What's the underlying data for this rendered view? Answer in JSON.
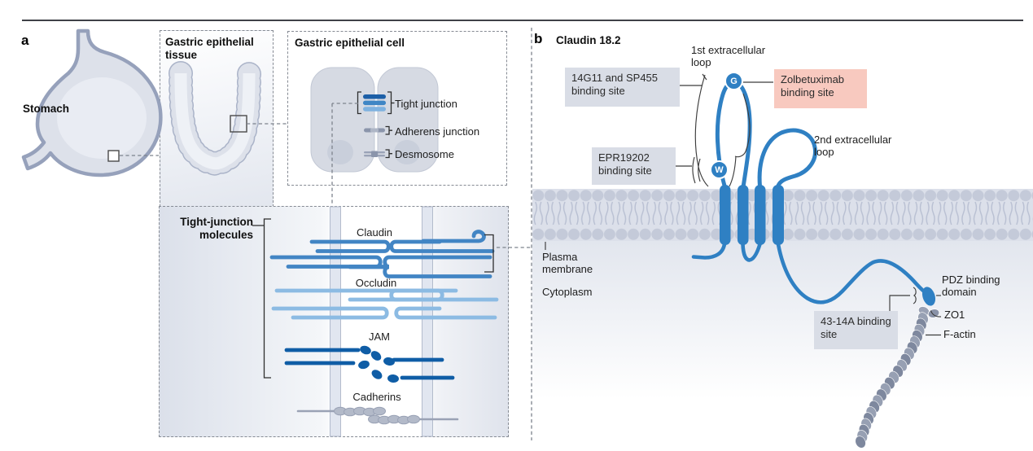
{
  "figure": {
    "panel_a": {
      "label": "a",
      "stomach_label": "Stomach",
      "tissue_box_title": "Gastric epithelial tissue",
      "cell_box_title": "Gastric epithelial cell",
      "junctions": {
        "tight": "Tight junction",
        "adherens": "Adherens junction",
        "desmosome": "Desmosome"
      },
      "molecules_box_title": "Tight-junction molecules",
      "molecules": {
        "claudin": "Claudin",
        "occludin": "Occludin",
        "jam": "JAM",
        "cadherins": "Cadherins"
      }
    },
    "panel_b": {
      "label": "b",
      "title": "Claudin 18.2",
      "loop1_label": "1st extracellular loop",
      "loop2_label": "2nd extracellular loop",
      "binding_sites": {
        "site_14g11": "14G11 and SP455 binding site",
        "zolbetuximab": "Zolbetuximab binding site",
        "epr19202": "EPR19202 binding site",
        "site_43_14a": "43-14A binding site"
      },
      "residues": {
        "g": "G",
        "w": "W"
      },
      "membrane_label": "Plasma membrane",
      "cytoplasm_label": "Cytoplasm",
      "pdz_label": "PDZ binding domain",
      "zo1_label": "ZO1",
      "factin_label": "F-actin"
    }
  },
  "colors": {
    "accent-blue": "#2f80c3",
    "strand-blue": "#4285c4",
    "occludin-blue": "#8cbbe3",
    "jam-blue": "#0f5da6",
    "gray-box": "#d9dde6",
    "pink-box": "#f8c9bf",
    "membrane-head": "#c4cad9",
    "membrane-tail": "#b8bfd2",
    "bead-gray": "#97a0b3",
    "bead-gray-dark": "#7e889e",
    "cell-fill": "#d6dae3",
    "organ-fill": "#dde1ea",
    "organ-outline": "#96a1bb"
  }
}
